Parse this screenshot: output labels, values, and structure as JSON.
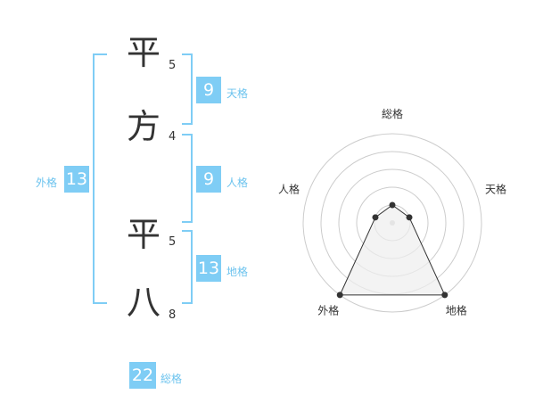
{
  "name_chars": [
    {
      "char": "平",
      "strokes": "5"
    },
    {
      "char": "方",
      "strokes": "4"
    },
    {
      "char": "平",
      "strokes": "5"
    },
    {
      "char": "八",
      "strokes": "8"
    }
  ],
  "fortunes": {
    "tenkaku": {
      "value": "9",
      "label": "天格"
    },
    "jinkaku": {
      "value": "9",
      "label": "人格"
    },
    "chikaku": {
      "value": "13",
      "label": "地格"
    },
    "gaikaku": {
      "value": "13",
      "label": "外格"
    },
    "soukaku": {
      "value": "22",
      "label": "総格"
    }
  },
  "radar": {
    "axes": [
      "総格",
      "天格",
      "地格",
      "外格",
      "人格"
    ],
    "levels": 5,
    "values": [
      1,
      1,
      5,
      5,
      1
    ]
  },
  "colors": {
    "accent": "#7fcdf5",
    "label_accent": "#6cc3ee",
    "text": "#333333",
    "grid": "#cccccc",
    "polygon_fill": "#eeeeee"
  }
}
